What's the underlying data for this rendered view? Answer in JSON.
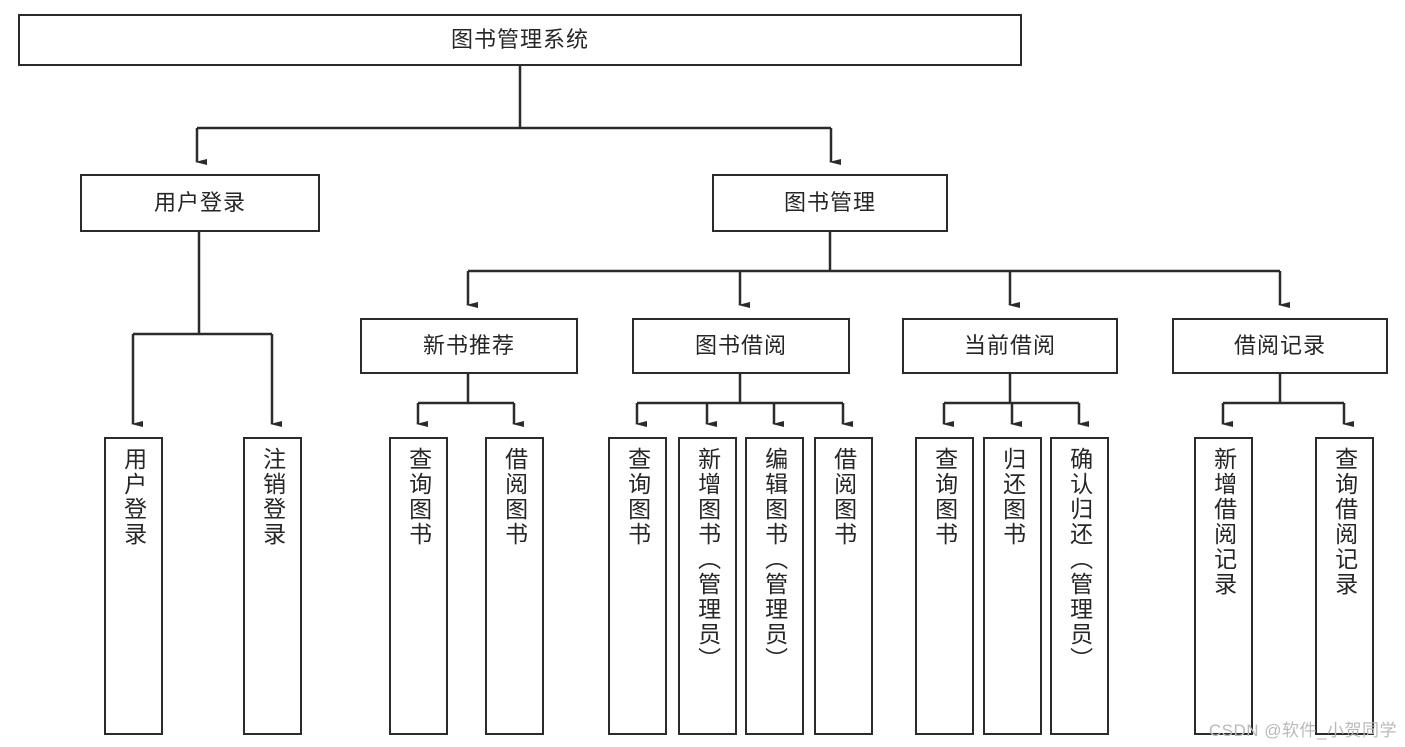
{
  "diagram": {
    "title": "图书管理系统",
    "type": "tree-hierarchy-functional-decomposition",
    "background_color": "#ffffff",
    "border_color": "#2b2b2b",
    "text_color": "#262626",
    "nodes": {
      "root": {
        "label": "图书管理系统"
      },
      "level2": [
        {
          "id": "user-login",
          "label": "用户登录"
        },
        {
          "id": "book-management",
          "label": "图书管理"
        }
      ],
      "level3": [
        {
          "id": "new-book-recommend",
          "label": "新书推荐"
        },
        {
          "id": "book-borrow",
          "label": "图书借阅"
        },
        {
          "id": "current-borrow",
          "label": "当前借阅"
        },
        {
          "id": "borrow-record",
          "label": "借阅记录"
        }
      ],
      "leaves": {
        "user_login": [
          {
            "id": "leaf-user-login",
            "label": "用户登录"
          },
          {
            "id": "leaf-logout-login",
            "label": "注销登录"
          }
        ],
        "new_book_recommend": [
          {
            "id": "leaf-query-book-1",
            "label": "查询图书"
          },
          {
            "id": "leaf-borrow-book-1",
            "label": "借阅图书"
          }
        ],
        "book_borrow": [
          {
            "id": "leaf-query-book-2",
            "label": "查询图书"
          },
          {
            "id": "leaf-add-book-admin",
            "label": "新增图书（管理员）"
          },
          {
            "id": "leaf-edit-book-admin",
            "label": "编辑图书（管理员）"
          },
          {
            "id": "leaf-borrow-book-2",
            "label": "借阅图书"
          }
        ],
        "current_borrow": [
          {
            "id": "leaf-query-book-3",
            "label": "查询图书"
          },
          {
            "id": "leaf-return-book",
            "label": "归还图书"
          },
          {
            "id": "leaf-confirm-return-admin",
            "label": "确认归还（管理员）"
          }
        ],
        "borrow_record": [
          {
            "id": "leaf-add-borrow-record",
            "label": "新增借阅记录"
          },
          {
            "id": "leaf-query-borrow-record",
            "label": "查询借阅记录"
          }
        ]
      }
    },
    "watermark": "CSDN @软件_小贺同学"
  }
}
